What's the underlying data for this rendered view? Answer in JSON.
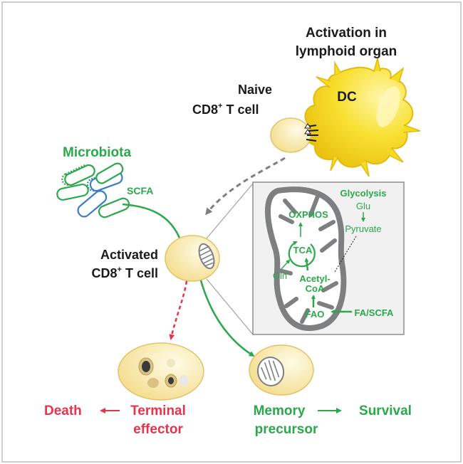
{
  "activation": {
    "line1": "Activation in",
    "line2": "lymphoid organ"
  },
  "dc_label": "DC",
  "naive": {
    "line1": "Naive",
    "line2_main": "CD8",
    "line2_sup": "+",
    "line2_rest": " T cell"
  },
  "microbiota": "Microbiota",
  "scfa": "SCFA",
  "activated": {
    "line1": "Activated",
    "line2_main": "CD8",
    "line2_sup": "+",
    "line2_rest": " T cell"
  },
  "mito": {
    "glycolysis": "Glycolysis",
    "glu": "Glu",
    "pyruvate": "Pyruvate",
    "oxphos": "OXPHOS",
    "tca": "TCA",
    "gln": "Gln",
    "acetyl_line1": "Acetyl-",
    "acetyl_line2": "CoA",
    "fao": "FAO",
    "fa_scfa": "FA/SCFA"
  },
  "outcomes": {
    "death": "Death",
    "terminal_line1": "Terminal",
    "terminal_line2": "effector",
    "memory_line1": "Memory",
    "memory_line2": "precursor",
    "survival": "Survival"
  },
  "colors": {
    "green": "#2aa84a",
    "red": "#e8344a",
    "dc_yellow": "#f5dc1e",
    "cell_fill": "#fbeeb5",
    "mito_gray": "#7d7f81"
  }
}
